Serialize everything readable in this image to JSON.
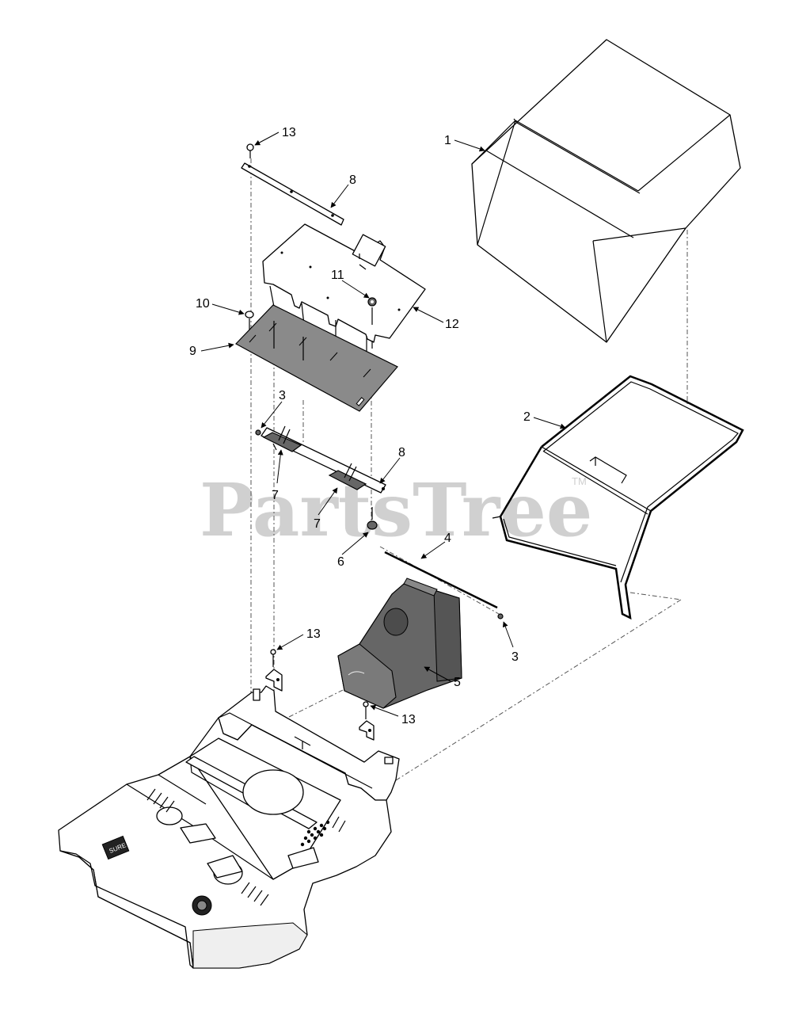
{
  "watermark": {
    "text": "PartsTree",
    "trademark": "TM"
  },
  "callouts": [
    {
      "id": "c1",
      "label": "1"
    },
    {
      "id": "c2",
      "label": "2"
    },
    {
      "id": "c3a",
      "label": "3"
    },
    {
      "id": "c3b",
      "label": "3"
    },
    {
      "id": "c4",
      "label": "4"
    },
    {
      "id": "c5",
      "label": "5"
    },
    {
      "id": "c6",
      "label": "6"
    },
    {
      "id": "c7a",
      "label": "7"
    },
    {
      "id": "c7b",
      "label": "7"
    },
    {
      "id": "c8a",
      "label": "8"
    },
    {
      "id": "c8b",
      "label": "8"
    },
    {
      "id": "c9",
      "label": "9"
    },
    {
      "id": "c10",
      "label": "10"
    },
    {
      "id": "c11",
      "label": "11"
    },
    {
      "id": "c12",
      "label": "12"
    },
    {
      "id": "c13a",
      "label": "13"
    },
    {
      "id": "c13b",
      "label": "13"
    },
    {
      "id": "c13c",
      "label": "13"
    }
  ],
  "deck_decal": {
    "text": "SURE"
  }
}
